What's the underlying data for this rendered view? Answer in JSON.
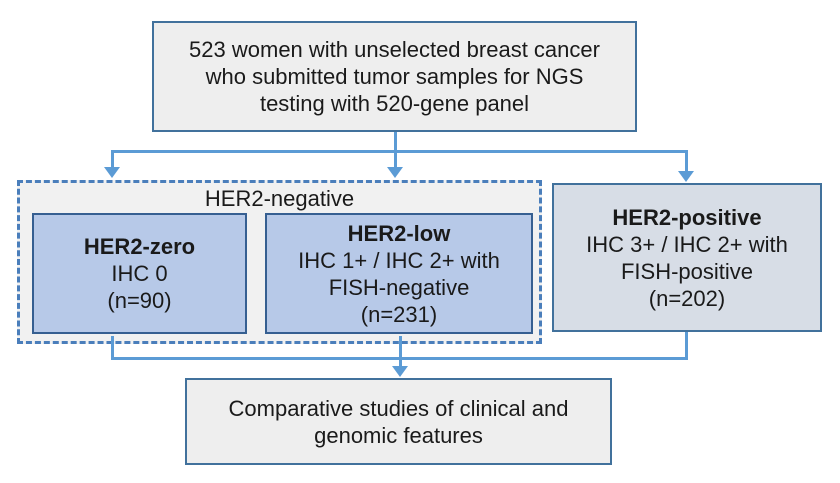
{
  "top_box": {
    "lines": [
      "523 women with unselected breast cancer",
      "who submitted tumor samples for NGS",
      "testing with 520-gene panel"
    ]
  },
  "her2_negative_group": {
    "label": "HER2-negative"
  },
  "her2_zero_box": {
    "title": "HER2-zero",
    "lines": [
      "IHC 0",
      "(n=90)"
    ]
  },
  "her2_low_box": {
    "title": "HER2-low",
    "lines": [
      "IHC 1+ / IHC 2+ with",
      "FISH-negative",
      "(n=231)"
    ]
  },
  "her2_positive_box": {
    "title": "HER2-positive",
    "lines": [
      "IHC 3+ / IHC 2+ with",
      "FISH-positive",
      "(n=202)"
    ]
  },
  "bottom_box": {
    "lines": [
      "Comparative studies of clinical and",
      "genomic features"
    ]
  },
  "colors": {
    "connector_blue": "#5b9bd5",
    "dashed_border_blue": "#4a7ebb",
    "outer_box_border": "#41719c",
    "inner_box_border": "#365f91",
    "inner_box_fill": "#b7c9e8",
    "positive_box_fill": "#d7dde6",
    "light_box_fill": "#eeeeee",
    "group_box_fill": "#f1f1f1",
    "text_color": "#1a1a1a"
  }
}
